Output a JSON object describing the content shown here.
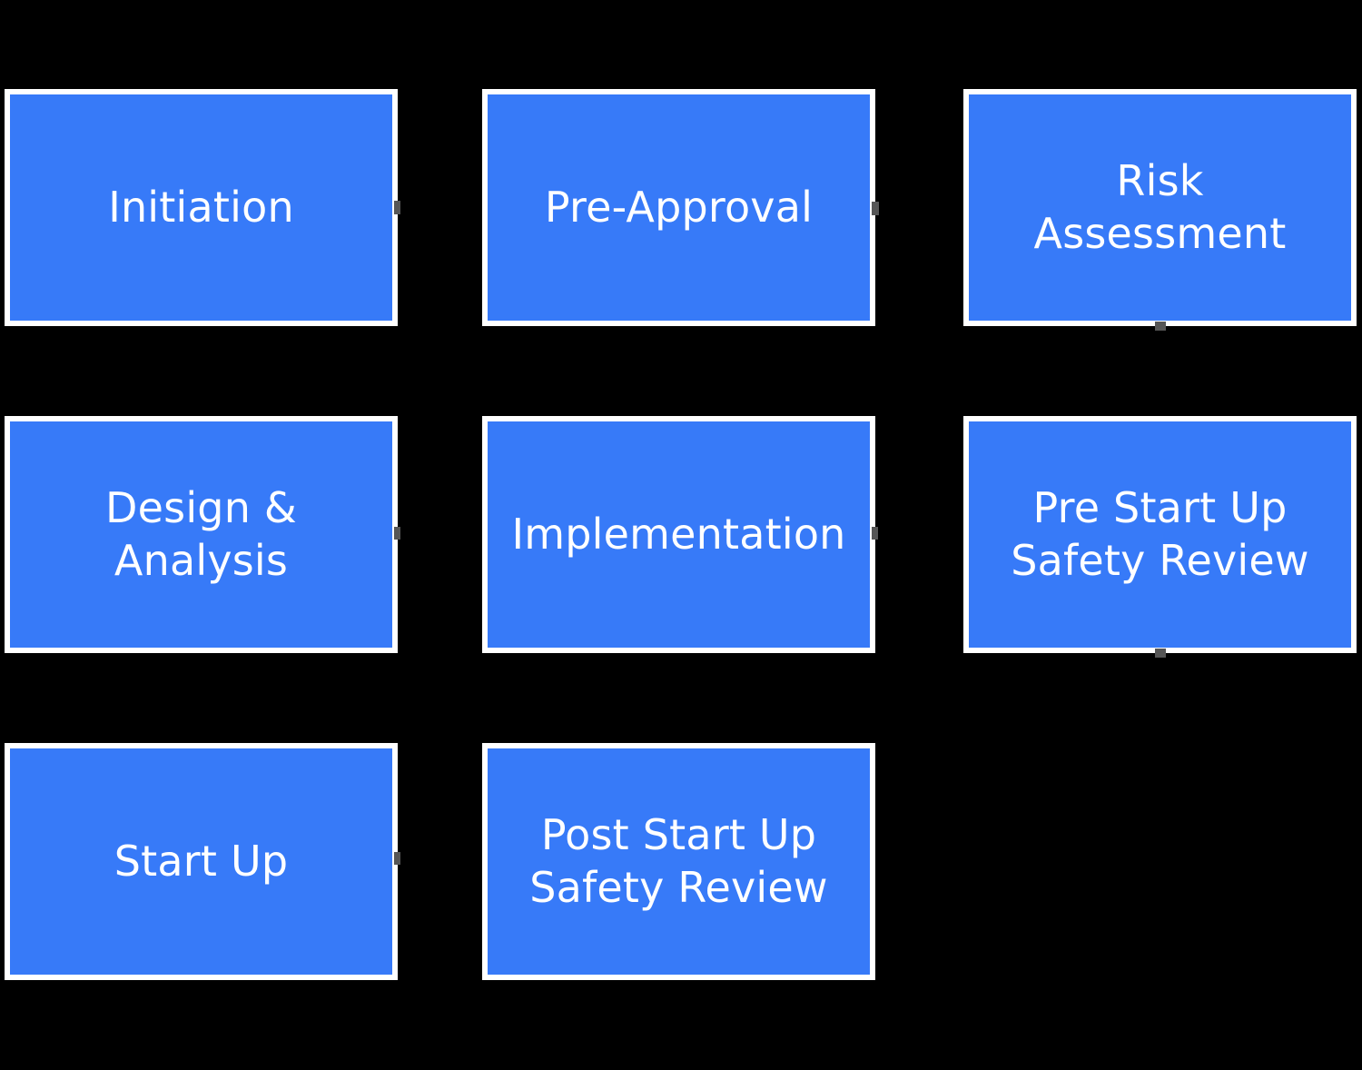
{
  "diagram": {
    "type": "flowchart",
    "background_color": "#000000",
    "box_fill_color": "#377AF8",
    "box_border_color": "#FFFFFF",
    "label_color": "#FFFFFF",
    "steps": [
      {
        "label": "Initiation",
        "row": 1,
        "col": 1
      },
      {
        "label": "Pre-Approval",
        "row": 1,
        "col": 2
      },
      {
        "label": "Risk Assessment",
        "row": 1,
        "col": 3
      },
      {
        "label": "Design & Analysis",
        "row": 2,
        "col": 1
      },
      {
        "label": "Implementation",
        "row": 2,
        "col": 2
      },
      {
        "label": "Pre Start Up Safety Review",
        "row": 2,
        "col": 3
      },
      {
        "label": "Start Up",
        "row": 3,
        "col": 1
      },
      {
        "label": "Post Start Up Safety Review",
        "row": 3,
        "col": 2
      }
    ],
    "connector_marks": [
      {
        "at": "right-of-initiation"
      },
      {
        "at": "right-of-pre-approval"
      },
      {
        "at": "below-risk-assessment"
      },
      {
        "at": "right-of-design-analysis"
      },
      {
        "at": "right-of-implementation"
      },
      {
        "at": "below-pre-start-up-safety-review"
      },
      {
        "at": "right-of-start-up"
      }
    ]
  }
}
